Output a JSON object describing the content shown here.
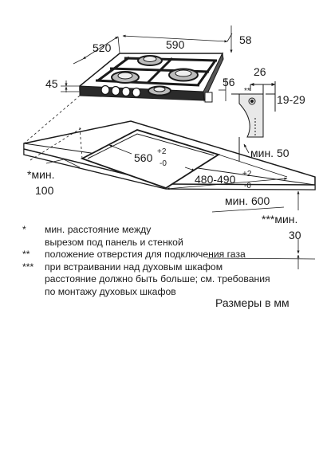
{
  "dimensions": {
    "width_520": "520",
    "width_590": "590",
    "depth_58": "58",
    "height_45": "45",
    "depth_56": "56",
    "pipe_26": "26",
    "pipe_asterisks": "**",
    "pipe_19_29": "19-29",
    "min_50": "мин. 50",
    "cutout_560": "560",
    "cutout_560_tol_plus": "+2",
    "cutout_560_tol_minus": "-0",
    "cutout_480_490": "480-490",
    "cutout_480_tol_plus": "+2",
    "cutout_480_tol_minus": "-0",
    "min_100_label": "*мин.",
    "min_100_value": "100",
    "min_600": "мин. 600",
    "min_30_label": "***мин.",
    "min_30_value": "30"
  },
  "notes": [
    {
      "mark": "*",
      "text": "мин. расстояние между"
    },
    {
      "mark": "",
      "text": "вырезом под панель и стенкой"
    },
    {
      "mark": "**",
      "text": "положение отверстия для подключения газа"
    },
    {
      "mark": "***",
      "text": "при встраивании над духовым шкафом"
    },
    {
      "mark": "",
      "text": "расстояние должно быть больше; см. требования"
    },
    {
      "mark": "",
      "text": "по монтажу духовых шкафов"
    }
  ],
  "units_caption": "Размеры в мм"
}
